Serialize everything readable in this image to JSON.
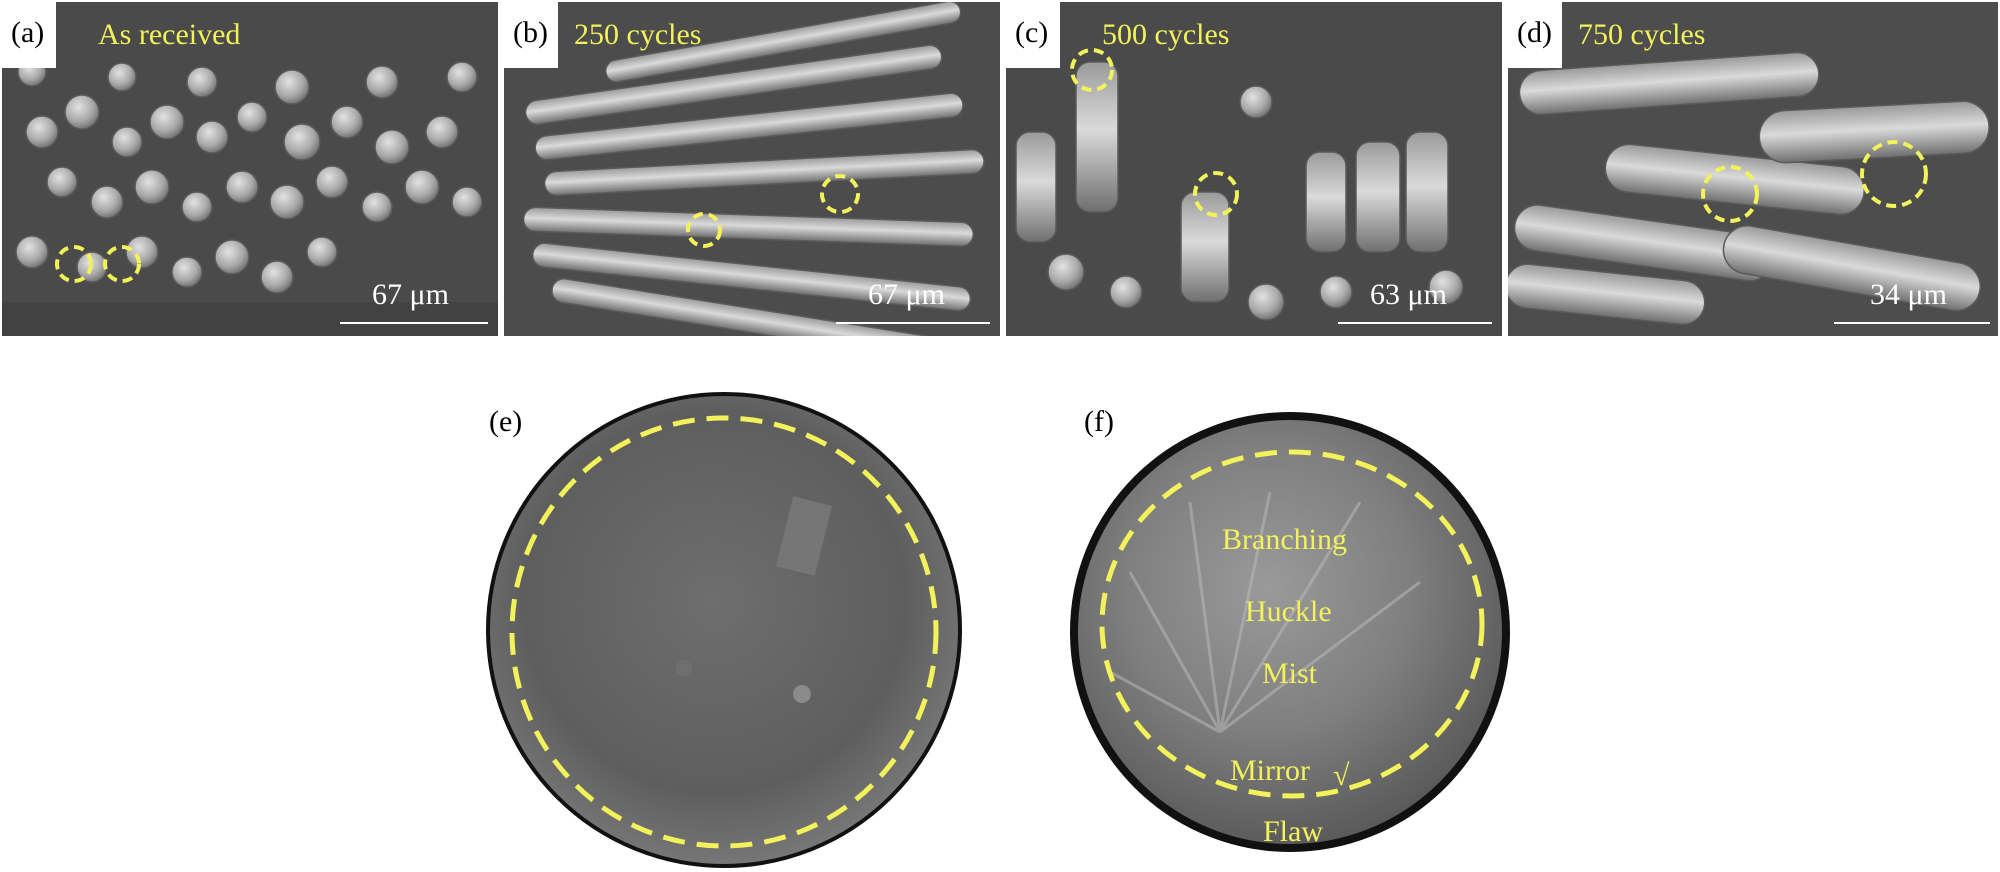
{
  "panels": [
    {
      "letter": "(a)",
      "condition": "As received",
      "scale": "67 μm"
    },
    {
      "letter": "(b)",
      "condition": "250 cycles",
      "scale": "67 μm"
    },
    {
      "letter": "(c)",
      "condition": "500 cycles",
      "scale": "63 μm"
    },
    {
      "letter": "(d)",
      "condition": "750 cycles",
      "scale": "34 μm"
    }
  ],
  "fractures": {
    "e": {
      "letter": "(e)"
    },
    "f": {
      "letter": "(f)",
      "zones": [
        "Branching",
        "Huckle",
        "Mist",
        "Mirror",
        "√",
        "Flaw"
      ]
    }
  },
  "colors": {
    "highlight": "#f3f25a",
    "scale": "#ffffff",
    "background": "#ffffff"
  }
}
